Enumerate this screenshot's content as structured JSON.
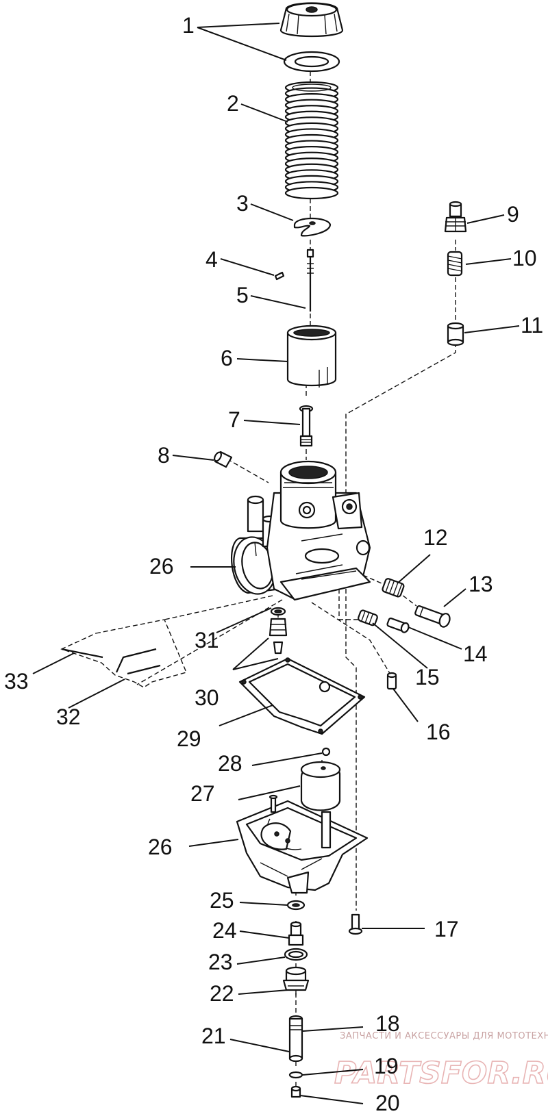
{
  "callouts": [
    {
      "id": "c1",
      "text": "1"
    },
    {
      "id": "c2",
      "text": "2"
    },
    {
      "id": "c3",
      "text": "3"
    },
    {
      "id": "c4",
      "text": "4"
    },
    {
      "id": "c5",
      "text": "5"
    },
    {
      "id": "c6",
      "text": "6"
    },
    {
      "id": "c7",
      "text": "7"
    },
    {
      "id": "c8",
      "text": "8"
    },
    {
      "id": "c9",
      "text": "9"
    },
    {
      "id": "c10",
      "text": "10"
    },
    {
      "id": "c11",
      "text": "11"
    },
    {
      "id": "c12",
      "text": "12"
    },
    {
      "id": "c13",
      "text": "13"
    },
    {
      "id": "c14",
      "text": "14"
    },
    {
      "id": "c15",
      "text": "15"
    },
    {
      "id": "c16",
      "text": "16"
    },
    {
      "id": "c17",
      "text": "17"
    },
    {
      "id": "c18",
      "text": "18"
    },
    {
      "id": "c19",
      "text": "19"
    },
    {
      "id": "c20",
      "text": "20"
    },
    {
      "id": "c21",
      "text": "21"
    },
    {
      "id": "c22",
      "text": "22"
    },
    {
      "id": "c23",
      "text": "23"
    },
    {
      "id": "c24",
      "text": "24"
    },
    {
      "id": "c25",
      "text": "25"
    },
    {
      "id": "c26a",
      "text": "26"
    },
    {
      "id": "c26b",
      "text": "26"
    },
    {
      "id": "c27",
      "text": "27"
    },
    {
      "id": "c28",
      "text": "28"
    },
    {
      "id": "c29",
      "text": "29"
    },
    {
      "id": "c30",
      "text": "30"
    },
    {
      "id": "c31",
      "text": "31"
    },
    {
      "id": "c32",
      "text": "32"
    },
    {
      "id": "c33",
      "text": "33"
    }
  ],
  "watermark": {
    "tagline": "ЗАПЧАСТИ И АКСЕССУАРЫ ДЛЯ МОТОТЕХНИКИ",
    "brand": "PARTSFOR.RU",
    "color": "#e8b4b4"
  }
}
